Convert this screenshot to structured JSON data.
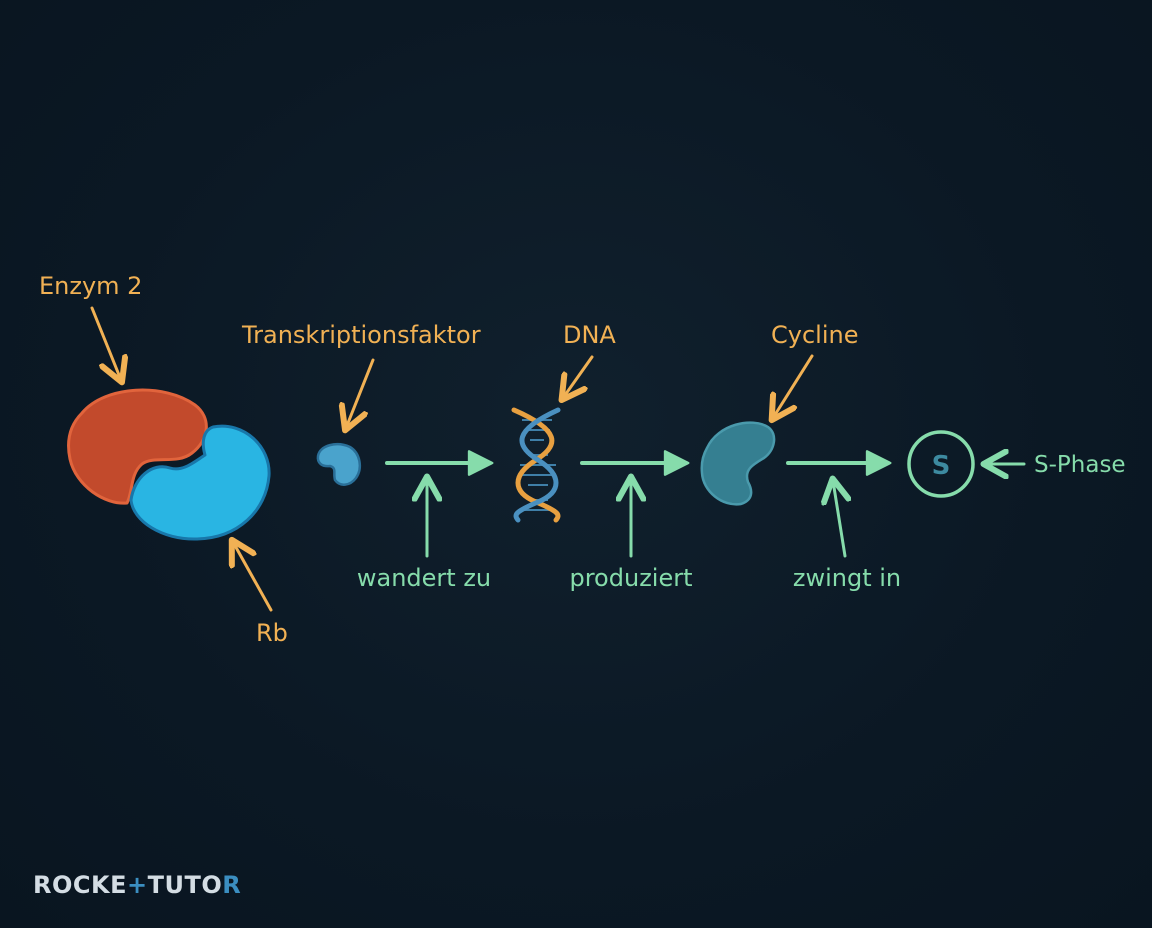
{
  "labels": {
    "enzym": "Enzym 2",
    "rb": "Rb",
    "transkriptionsfaktor": "Transkriptionsfaktor",
    "dna": "DNA",
    "cycline": "Cycline",
    "s_phase": "S-Phase",
    "s_symbol": "S"
  },
  "relations": {
    "wandert_zu": "wandert zu",
    "produziert": "produziert",
    "zwingt_in": "zwingt in"
  },
  "logo": {
    "part1": "ROCKE",
    "plus": "+",
    "part2": "TUTO",
    "part3": "R"
  },
  "colors": {
    "background": "#0b1824",
    "label_orange": "#f1b154",
    "label_green": "#86dcab",
    "enzym_red": "#c94a2c",
    "rb_blue": "#29b5e3",
    "factor_blue": "#4aa3cc",
    "cycline_teal": "#357f91",
    "dna_orange": "#e8a040",
    "dna_blue": "#4a90c0"
  }
}
